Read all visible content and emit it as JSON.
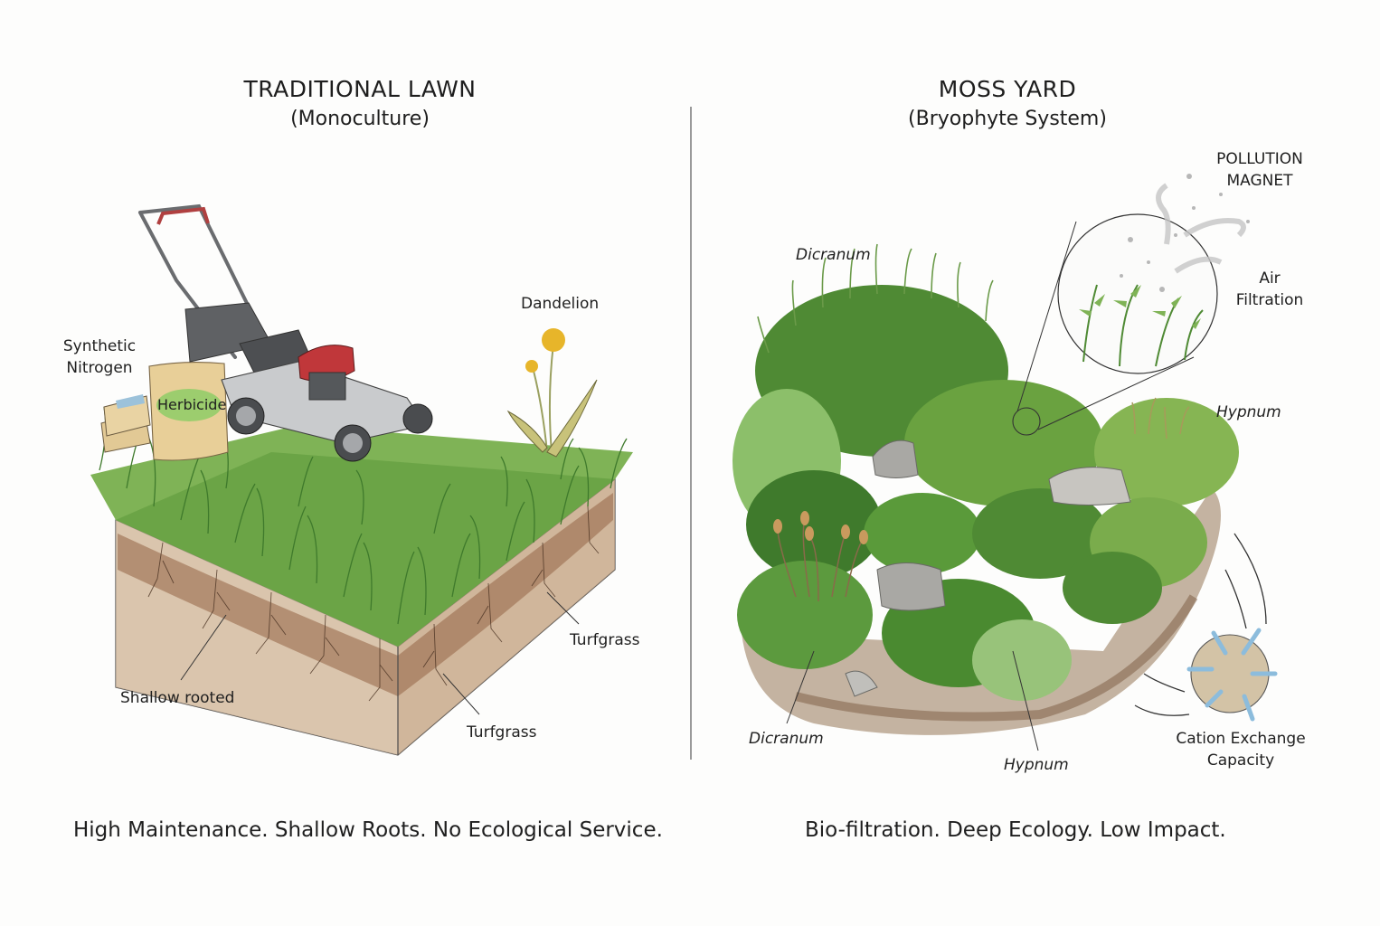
{
  "left_panel": {
    "title": "TRADITIONAL LAWN",
    "subtitle": "(Monoculture)",
    "labels": {
      "synthetic_nitrogen_line1": "Synthetic",
      "synthetic_nitrogen_line2": "Nitrogen",
      "herbicide": "Herbicide",
      "dandelion": "Dandelion",
      "turfgrass_right": "Turfgrass",
      "turfgrass_bottom": "Turfgrass",
      "shallow_rooted": "Shallow rooted"
    },
    "tagline": "High Maintenance. Shallow Roots. No Ecological Service."
  },
  "right_panel": {
    "title": "MOSS YARD",
    "subtitle": "(Bryophyte System)",
    "labels": {
      "pollution_magnet_line1": "POLLUTION",
      "pollution_magnet_line2": "MAGNET",
      "air_filtration_line1": "Air",
      "air_filtration_line2": "Filtration",
      "dicranum_top": "Dicranum",
      "hypnum_right": "Hypnum",
      "dicranum_bottom": "Dicranum",
      "hypnum_bottom": "Hypnum",
      "cation_exchange_line1": "Cation Exchange",
      "cation_exchange_line2": "Capacity"
    },
    "tagline": "Bio-filtration. Deep Ecology. Low Impact."
  },
  "colors": {
    "grass_green": "#6fa64a",
    "moss_dark": "#3f7a2c",
    "moss_light": "#8fbf5e",
    "soil_brown": "#a0785a",
    "soil_light": "#d9c6b0",
    "mower_red": "#c0373a",
    "mower_gray": "#7d7f82",
    "dandelion_yellow": "#e7b52a",
    "herbicide_bag": "#e8cf98",
    "cec_arrow_blue": "#8cbcdc",
    "cec_disc": "#d3c3a6"
  }
}
